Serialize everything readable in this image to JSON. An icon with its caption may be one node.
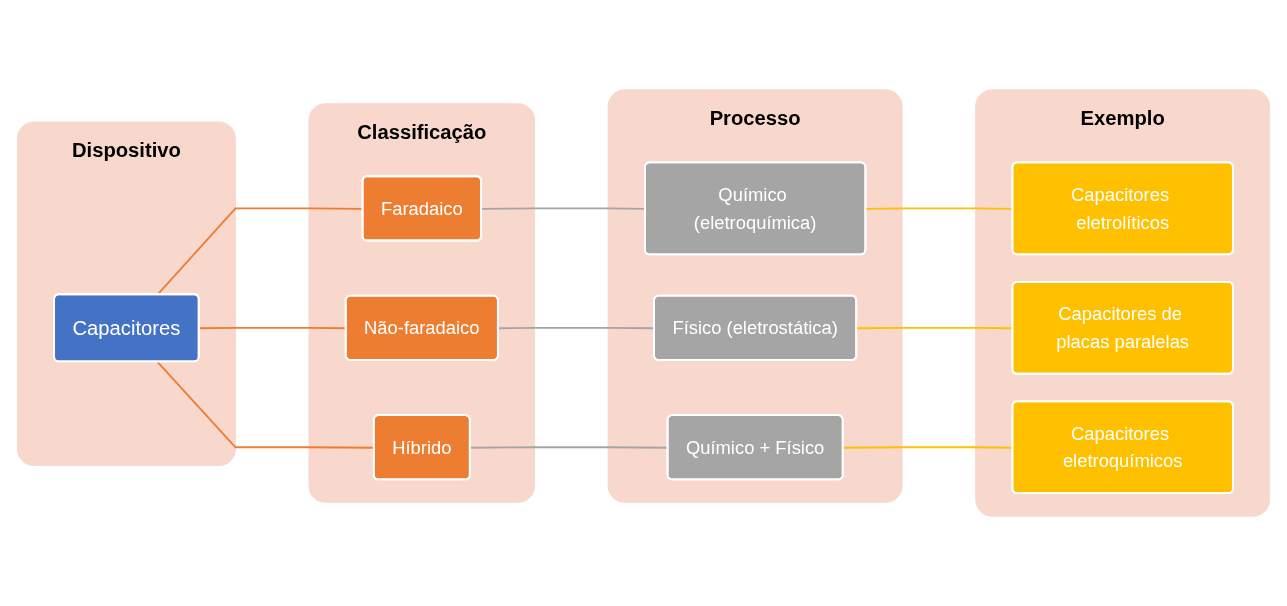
{
  "diagram": {
    "nodes": [
      {
        "text": [
          "Dispositivo"
        ]
      },
      {
        "text": [
          "Capacitores"
        ],
        "in": 0
      },
      {
        "text": [
          "Classificação"
        ]
      },
      {
        "text": [
          "Faradaico"
        ],
        "in": 2
      },
      {
        "text": [
          "Não-faradaico"
        ],
        "in": 2
      },
      {
        "text": [
          "Híbrido"
        ],
        "in": 2
      },
      {
        "text": [
          "Processo"
        ]
      },
      {
        "text": [
          "Químico (eletroquímica)"
        ],
        "in": 6
      },
      {
        "text": [
          "Físico (eletrostática)"
        ],
        "in": 6
      },
      {
        "text": [
          "Químico + Físico"
        ],
        "in": 6
      },
      {
        "text": [
          "Exemplo"
        ]
      },
      {
        "text": [
          "Capacitores eletrolíticos"
        ],
        "in": 10
      },
      {
        "text": [
          "Capacitores de placas paralelas"
        ],
        "in": 10
      },
      {
        "text": [
          "Capacitores eletroquímicos"
        ],
        "in": 10
      }
    ],
    "edges": [
      {
        "from": 1,
        "to": 3,
        "arrow": "none",
        "color": "#ed7d31"
      },
      {
        "from": 1,
        "to": 4,
        "arrow": "none",
        "color": "#ed7d31"
      },
      {
        "from": 1,
        "to": 5,
        "arrow": "none",
        "color": "#ed7d31"
      },
      {
        "from": 3,
        "to": 7,
        "arrow": "none",
        "color": "#a5a5a5"
      },
      {
        "from": 4,
        "to": 8,
        "arrow": "none",
        "color": "#a5a5a5"
      },
      {
        "from": 5,
        "to": 9,
        "arrow": "none",
        "color": "#a5a5a5"
      },
      {
        "from": 7,
        "to": 11,
        "arrow": "none",
        "color": "#ffc000"
      },
      {
        "from": 8,
        "to": 12,
        "arrow": "none",
        "color": "#ffc000"
      },
      {
        "from": 9,
        "to": 13,
        "arrow": "none",
        "color": "#ffc000"
      }
    ]
  }
}
